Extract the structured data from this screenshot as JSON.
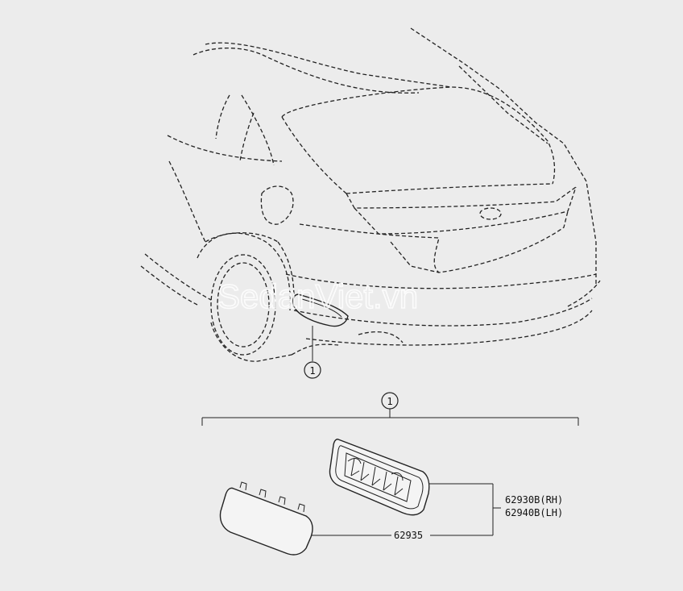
{
  "callout": {
    "number": "1",
    "number_top": "1"
  },
  "parts": [
    {
      "part_number": "62930B(RH)"
    },
    {
      "part_number": "62940B(LH)"
    },
    {
      "part_number": "62935"
    }
  ],
  "watermark": {
    "text": "SedanViet.vn"
  },
  "colors": {
    "background": "#ececec",
    "lines": "#222222"
  }
}
